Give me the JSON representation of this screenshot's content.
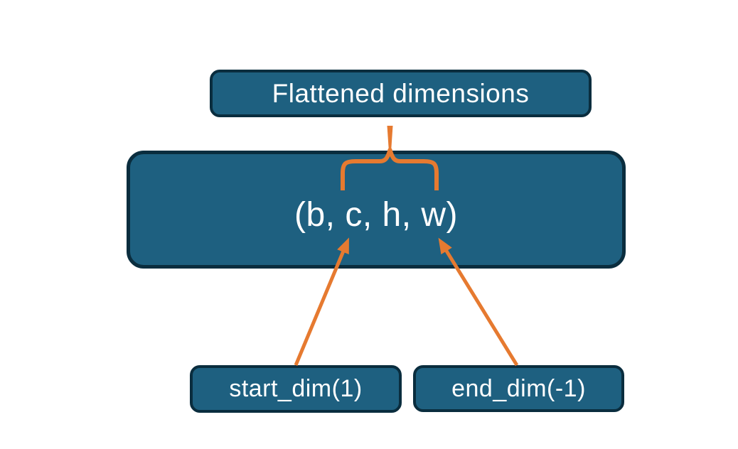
{
  "diagram": {
    "nodes": {
      "flattened": {
        "label": "Flattened dimensions"
      },
      "shape": {
        "label": "(b, c, h, w)"
      },
      "start_dim": {
        "label": "start_dim(1)"
      },
      "end_dim": {
        "label": "end_dim(-1)"
      }
    },
    "connectors": {
      "brace": "brace grouping (c, h) dims under Flattened dimensions",
      "start_arrow": "start_dim(1) points to dim c",
      "end_arrow": "end_dim(-1) points to dim w"
    },
    "colors": {
      "box_fill": "#1E6080",
      "box_border": "#0A2D3E",
      "accent_orange": "#E67A30",
      "text": "#FFFFFF",
      "background": "#FFFFFF"
    }
  }
}
